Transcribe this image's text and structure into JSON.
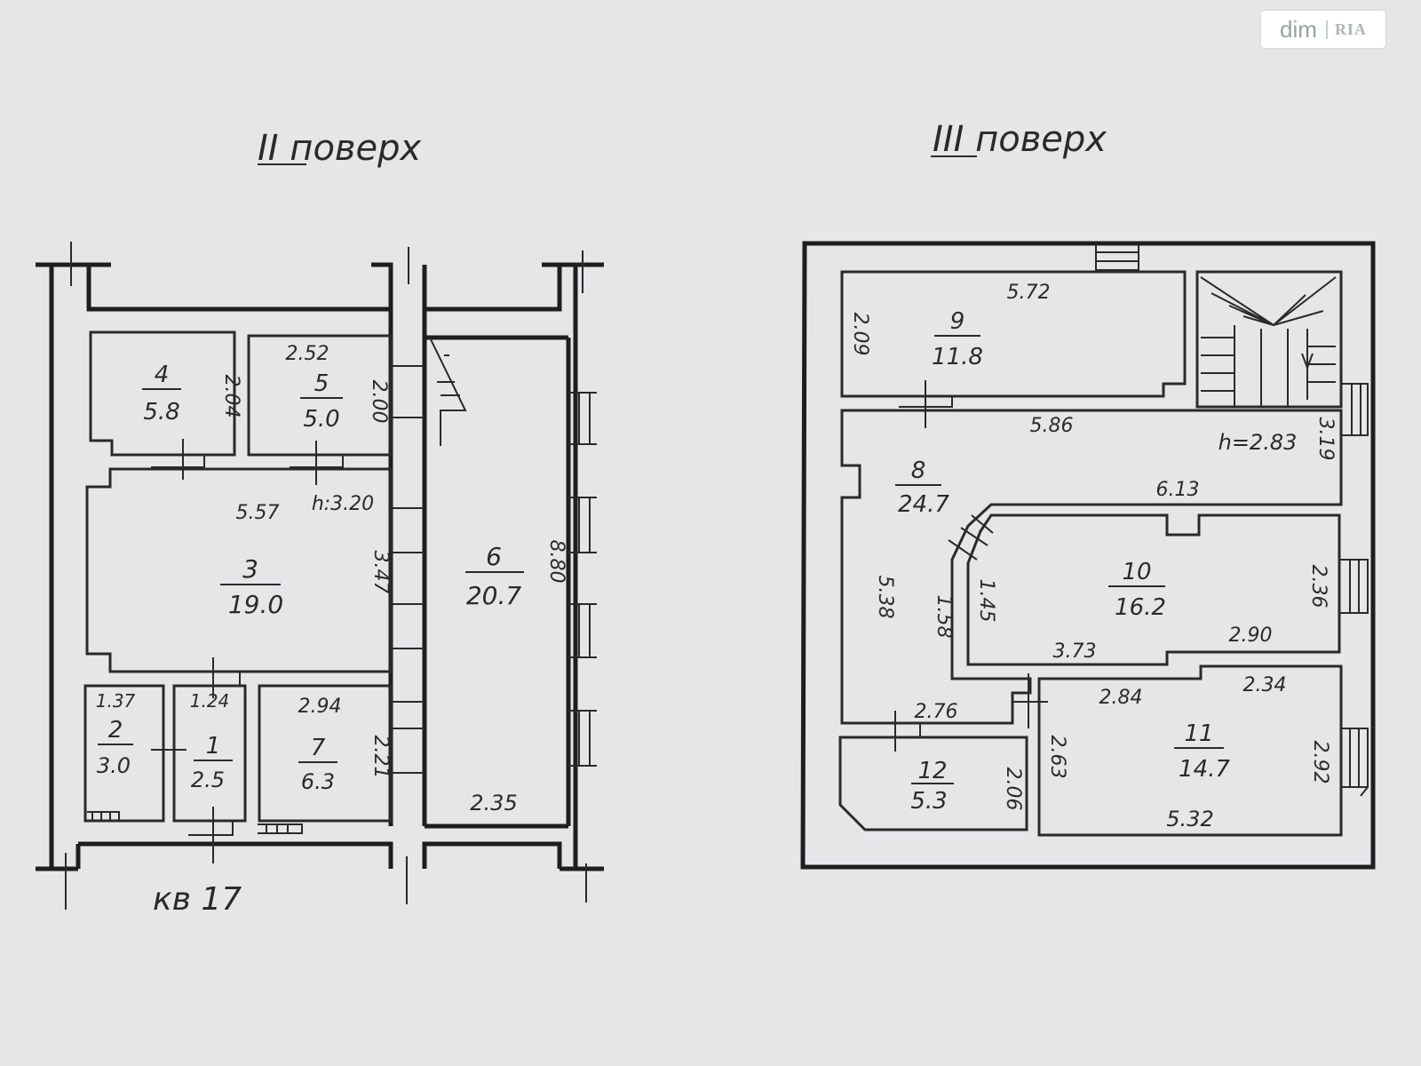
{
  "watermark": {
    "brand": "dim",
    "brand_suffix": "RIA"
  },
  "floors": [
    {
      "title": "II поверх",
      "footnote": "кв 17",
      "ceiling_height": "h:3.20",
      "rooms": [
        {
          "id": "4",
          "area": "5.8"
        },
        {
          "id": "5",
          "area": "5.0"
        },
        {
          "id": "3",
          "area": "19.0"
        },
        {
          "id": "6",
          "area": "20.7"
        },
        {
          "id": "2",
          "area": "3.0"
        },
        {
          "id": "1",
          "area": "2.5"
        },
        {
          "id": "7",
          "area": "6.3"
        }
      ],
      "dimensions": [
        "2.52",
        "2.04",
        "2.00",
        "5.57",
        "3.47",
        "8.80",
        "1.37",
        "1.24",
        "2.94",
        "2.21",
        "2.35"
      ]
    },
    {
      "title": "III поверх",
      "ceiling_height": "h=2.83",
      "rooms": [
        {
          "id": "9",
          "area": "11.8"
        },
        {
          "id": "8",
          "area": "24.7"
        },
        {
          "id": "10",
          "area": "16.2"
        },
        {
          "id": "11",
          "area": "14.7"
        },
        {
          "id": "12",
          "area": "5.3"
        }
      ],
      "dimensions": [
        "5.72",
        "2.09",
        "5.86",
        "3.19",
        "6.13",
        "5.38",
        "1.58",
        "1.45",
        "2.36",
        "3.73",
        "2.90",
        "2.84",
        "2.34",
        "2.76",
        "2.63",
        "2.06",
        "2.92",
        "5.32"
      ]
    }
  ]
}
